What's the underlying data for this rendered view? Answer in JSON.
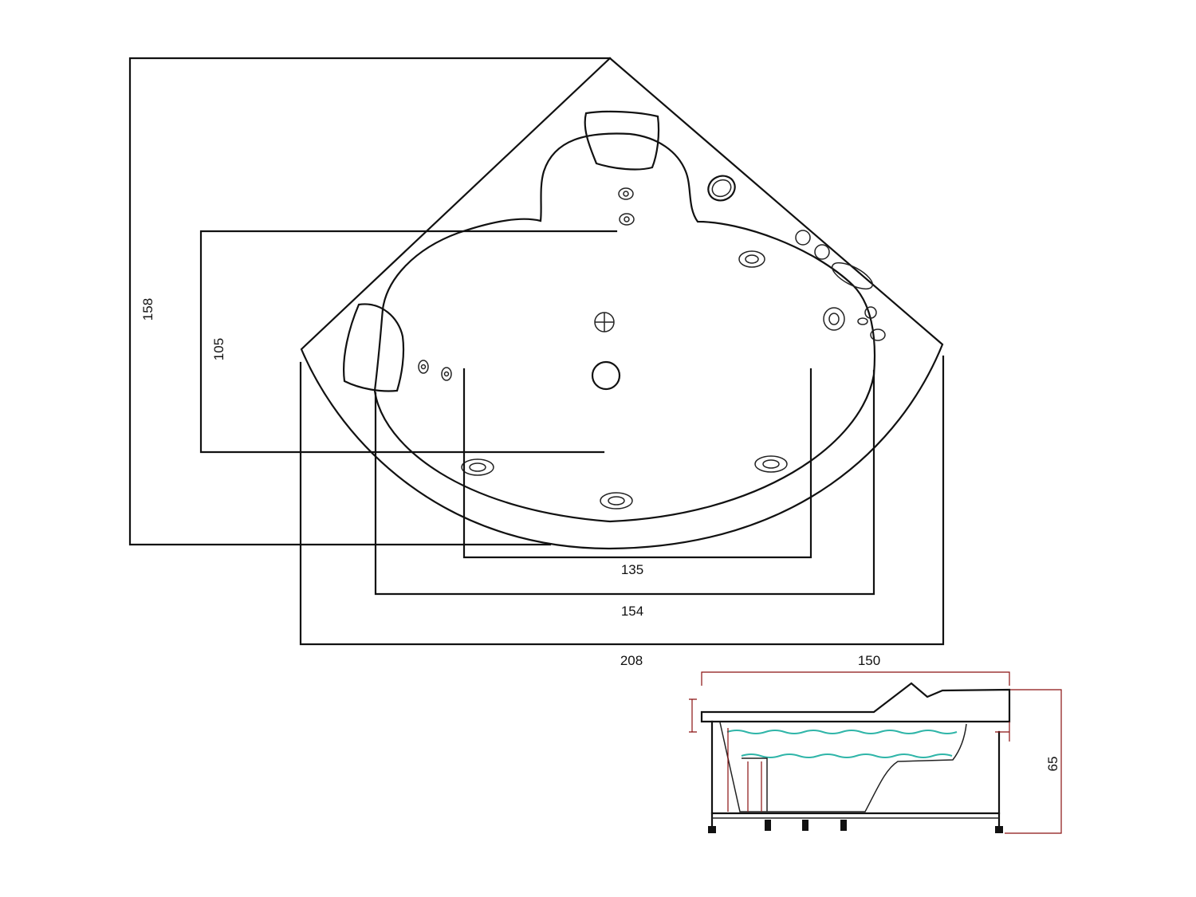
{
  "dimensions": {
    "depth_total": "158",
    "seat_depth": "105",
    "inner_width": "135",
    "basin_width": "154",
    "overall_width": "208",
    "side_length": "150",
    "height": "65"
  },
  "colors": {
    "line": "#111111",
    "water": "#2fb5a8",
    "guide": "#8a1010"
  }
}
